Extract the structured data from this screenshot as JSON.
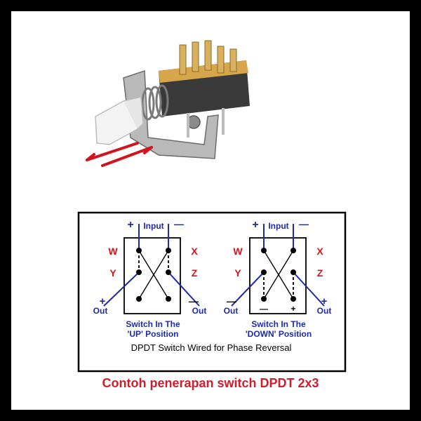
{
  "diagram": {
    "title": "DPDT Switch Wired for Phase Reversal",
    "up": {
      "input_label": "Input",
      "plus": "+",
      "minus": "—",
      "w": "W",
      "x": "X",
      "y": "Y",
      "z": "Z",
      "out_left_sign": "+",
      "out_left": "Out",
      "out_right_sign": "—",
      "out_right": "Out",
      "caption_line1": "Switch In The",
      "caption_line2": "'UP' Position"
    },
    "down": {
      "input_label": "Input",
      "plus": "+",
      "minus": "—",
      "w": "W",
      "x": "X",
      "y": "Y",
      "z": "Z",
      "out_left_sign": "—",
      "out_left": "Out",
      "out_right_sign": "+",
      "out_right": "Out",
      "inner_minus": "—",
      "inner_plus": "+",
      "caption_line1": "Switch In The",
      "caption_line2": "'DOWN' Position"
    }
  },
  "caption": "Contoh penerapan switch DPDT 2x3",
  "colors": {
    "blue": "#1f2aa8",
    "red": "#d1141e",
    "caption": "#cc1f2d",
    "frame": "#000000"
  }
}
